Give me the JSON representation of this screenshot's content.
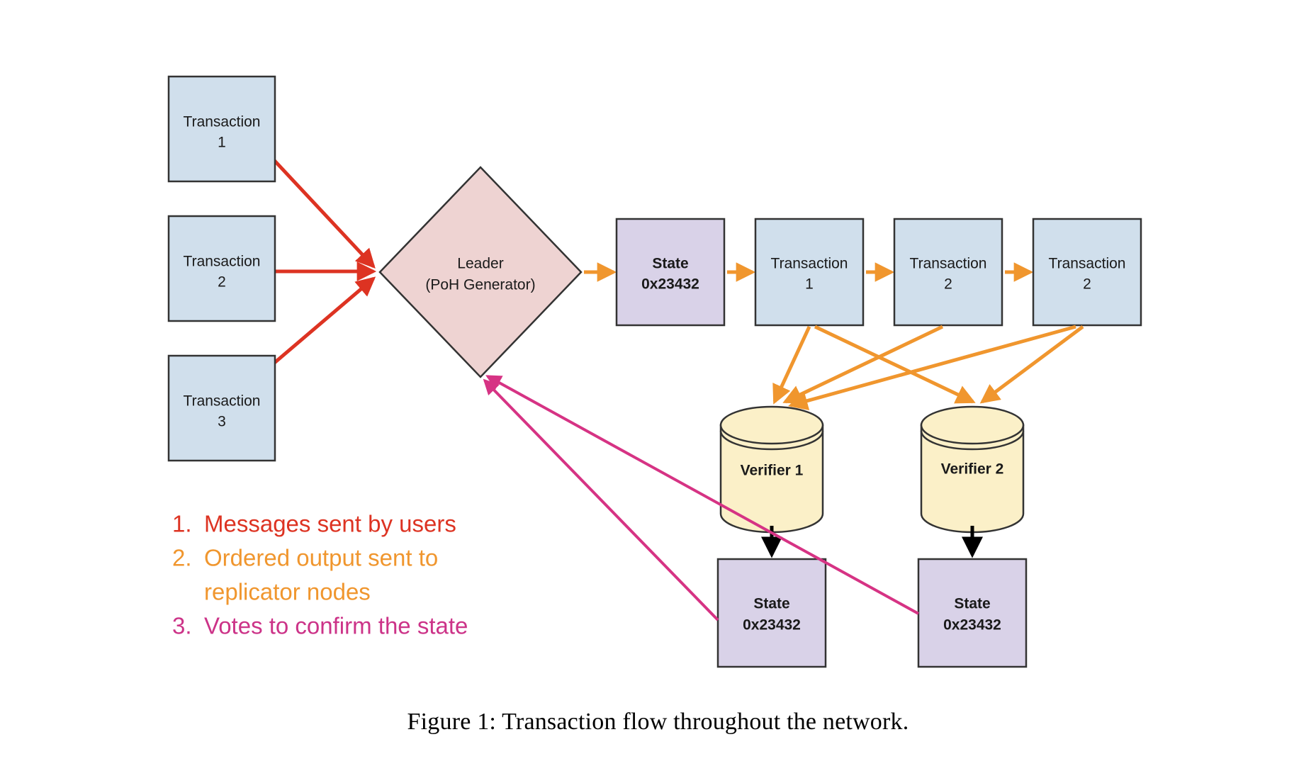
{
  "figure": {
    "caption": "Figure 1: Transaction flow throughout the network."
  },
  "colors": {
    "box_blue_fill": "#d0dfec",
    "box_purple_fill": "#d9d2e8",
    "diamond_pink_fill": "#eed3d2",
    "cylinder_yellow_fill": "#fbf0c8",
    "shape_border": "#333333",
    "arrow_red": "#dd3322",
    "arrow_orange": "#f0962e",
    "arrow_magenta": "#d63384",
    "arrow_black": "#000000"
  },
  "inputs": {
    "transactions": [
      {
        "title": "Transaction",
        "index": "1"
      },
      {
        "title": "Transaction",
        "index": "2"
      },
      {
        "title": "Transaction",
        "index": "3"
      }
    ]
  },
  "leader": {
    "line1": "Leader",
    "line2": "(PoH Generator)"
  },
  "ledger": [
    {
      "title": "State",
      "value": "0x23432",
      "kind": "state"
    },
    {
      "title": "Transaction",
      "value": "1",
      "kind": "transaction"
    },
    {
      "title": "Transaction",
      "value": "2",
      "kind": "transaction"
    },
    {
      "title": "Transaction",
      "value": "2",
      "kind": "transaction"
    }
  ],
  "verifiers": [
    {
      "label": "Verifier 1"
    },
    {
      "label": "Verifier 2"
    }
  ],
  "verifier_states": [
    {
      "title": "State",
      "value": "0x23432"
    },
    {
      "title": "State",
      "value": "0x23432"
    }
  ],
  "legend": [
    {
      "num": "1.",
      "text": "Messages sent by users",
      "color": "#dd3322",
      "line2": ""
    },
    {
      "num": "2.",
      "text": "Ordered output sent to",
      "color": "#f0962e",
      "line2": "replicator nodes"
    },
    {
      "num": "3.",
      "text": "Votes to confirm the state",
      "color": "#cc3388",
      "line2": ""
    }
  ]
}
